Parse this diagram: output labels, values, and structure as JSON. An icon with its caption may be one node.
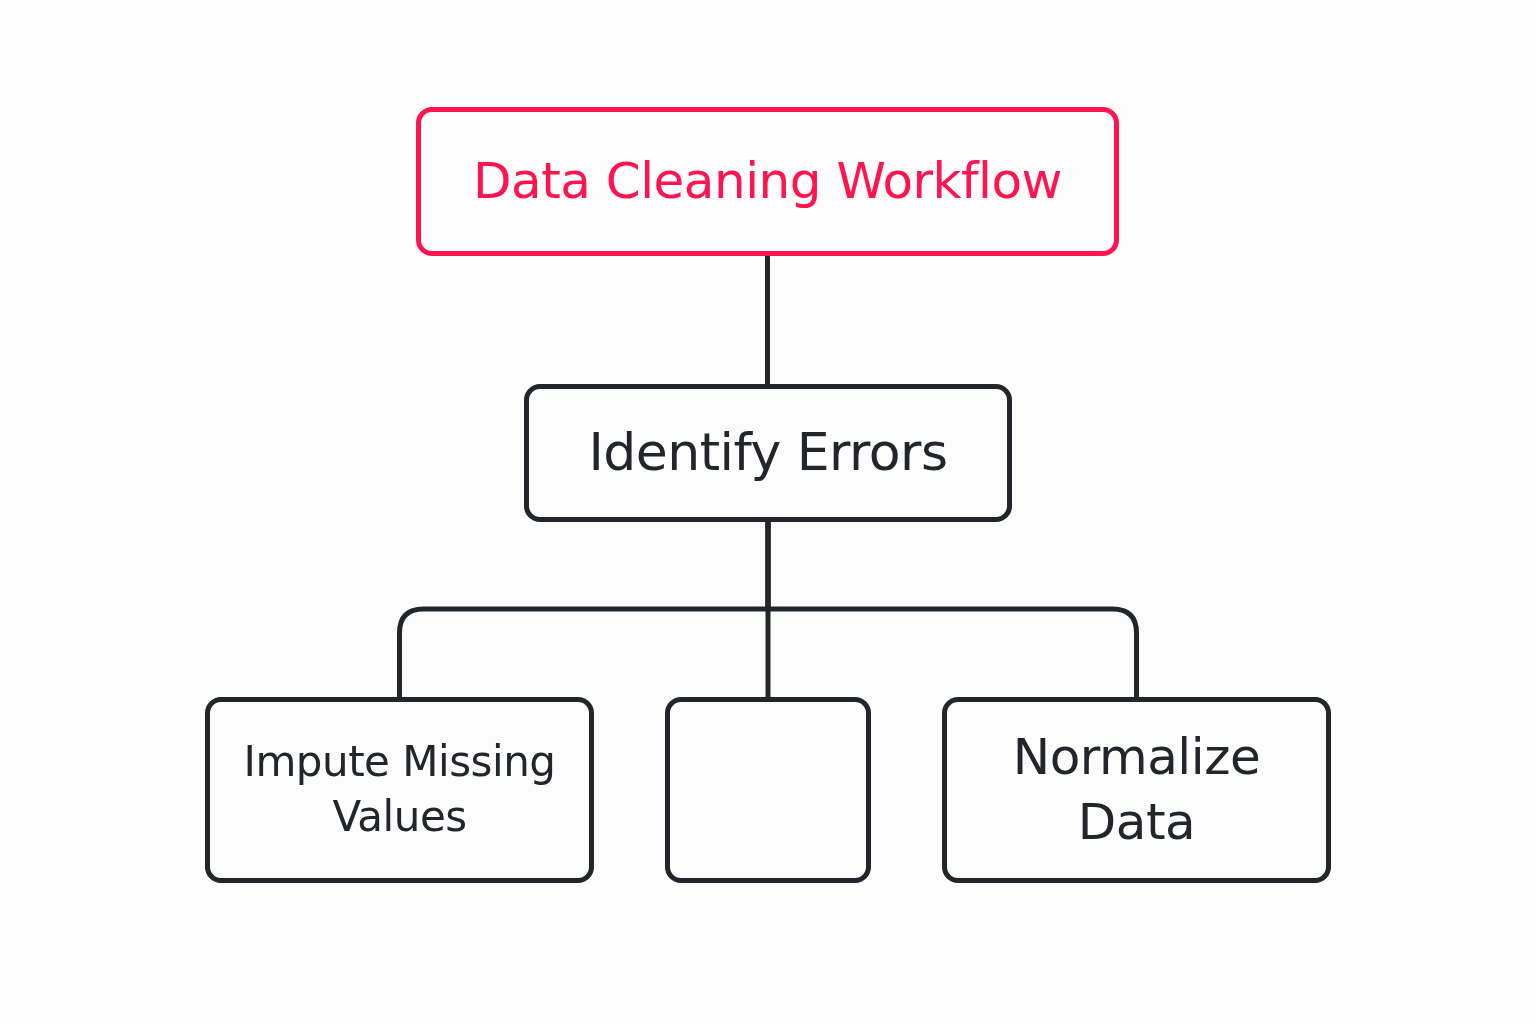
{
  "diagram": {
    "nodes": [
      {
        "text": [
          "Data Cleaning Workflow"
        ]
      },
      {
        "text": [
          "Identify Errors"
        ]
      },
      {
        "text": [
          "Impute Missing Values"
        ]
      },
      {
        "text": [],
        "shape": "box"
      },
      {
        "text": [
          "Normalize Data"
        ]
      }
    ],
    "edges": [
      {
        "from": 0,
        "to": 1,
        "arrow": "none"
      },
      {
        "from": 1,
        "to": 2,
        "arrow": "none"
      },
      {
        "from": 1,
        "to": 3,
        "arrow": "none"
      },
      {
        "from": 1,
        "to": 4,
        "arrow": "none"
      }
    ]
  }
}
